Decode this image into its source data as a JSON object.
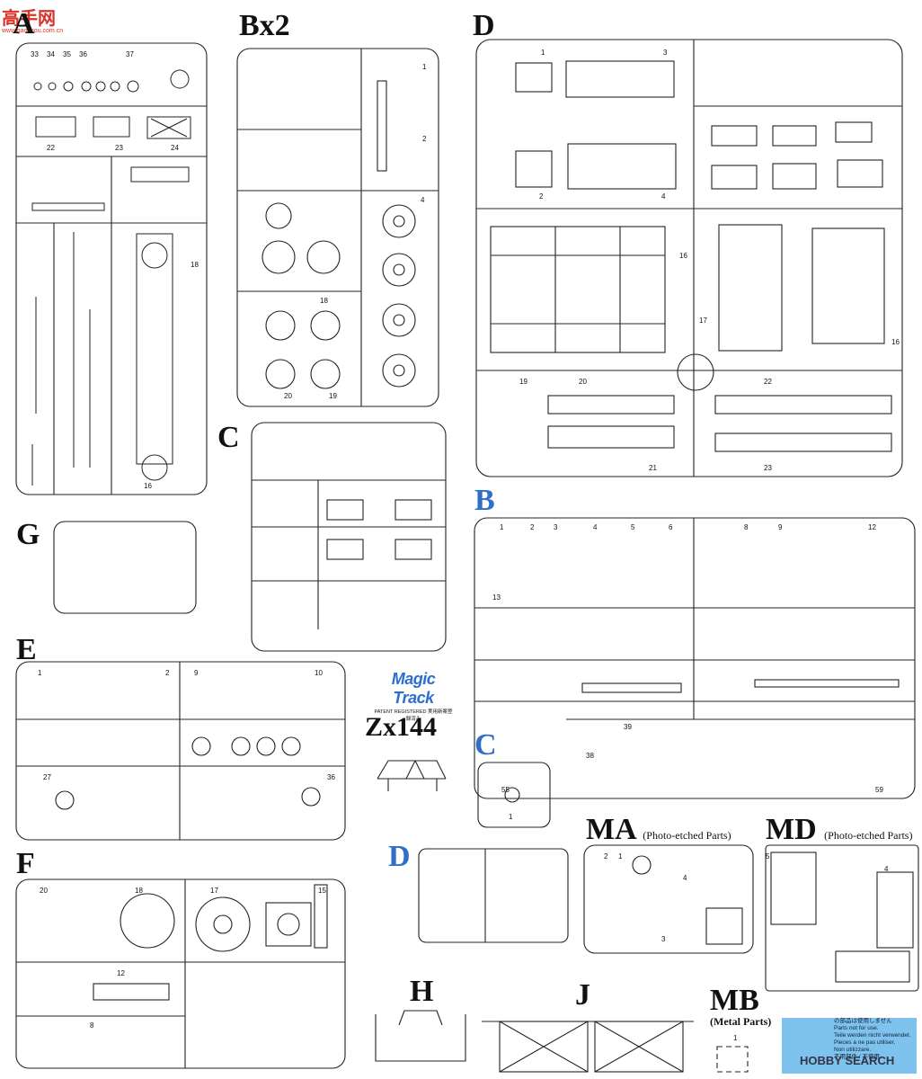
{
  "watermark": {
    "site_cn": "高手网",
    "site_url": "www.gaoshou.com.cn",
    "hobby": "HOBBY SEARCH"
  },
  "sprues": {
    "A": {
      "label": "A"
    },
    "Bx2": {
      "label": "Bx2"
    },
    "C": {
      "label": "C"
    },
    "D": {
      "label": "D"
    },
    "G": {
      "label": "G"
    },
    "E": {
      "label": "E"
    },
    "F": {
      "label": "F"
    },
    "B_blue": {
      "label": "B"
    },
    "C_blue": {
      "label": "C"
    },
    "D_blue": {
      "label": "D"
    },
    "MA": {
      "label": "MA",
      "sub": "(Photo-etched Parts)"
    },
    "MD": {
      "label": "MD",
      "sub": "(Photo-etched Parts)"
    },
    "H": {
      "label": "H"
    },
    "J": {
      "label": "J"
    },
    "MB": {
      "label": "MB",
      "sub": "(Metal Parts)"
    }
  },
  "magic_track": {
    "logo": "Magic Track",
    "patent": "PATENT REGISTERED 実用新案登録済み",
    "code": "Zx144"
  },
  "notice": [
    "の部品は使用しません",
    "Parts not for use.",
    "Teile werden nicht verwendet.",
    "Pieces a ne pas utiliser.",
    "Non utilizzare.",
    "不用部件 / 不使用"
  ],
  "colors": {
    "line": "#222222",
    "accent_blue": "#2f6fc8",
    "notice_bg": "#7ec2ee"
  }
}
